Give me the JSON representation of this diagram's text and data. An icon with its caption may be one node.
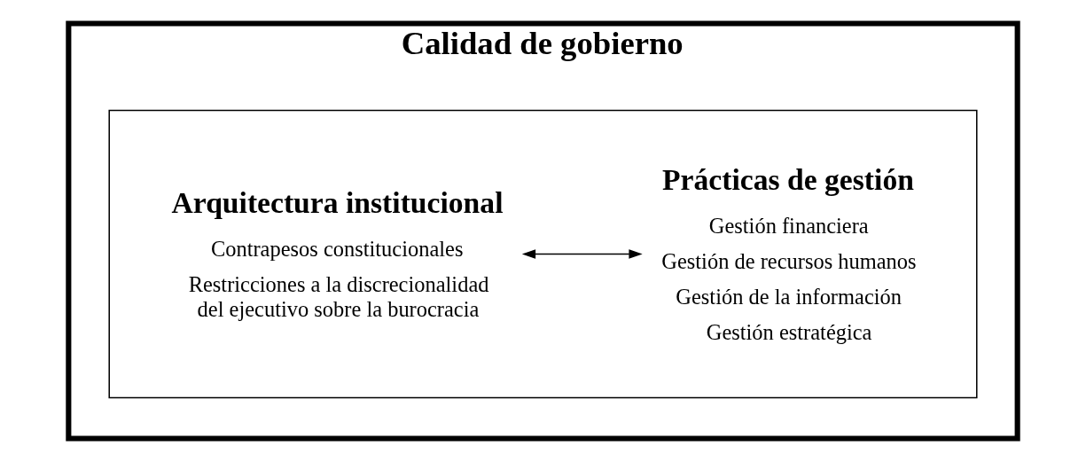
{
  "diagram": {
    "nodes": [
      {
        "text": [
          "Calidad de gobierno"
        ]
      },
      {
        "text": [],
        "shape": "box",
        "in": 0
      },
      {
        "text": [
          "Arquitectura institucional",
          "Contrapesos constitucionales",
          "Restricciones a la discrecionalidad del ejecutivo sobre la burocracia"
        ],
        "in": 1
      },
      {
        "text": [
          "Prácticas de gestión",
          "Gestión financiera",
          "Gestión de recursos humanos",
          "Gestión de la información",
          "Gestión estratégica"
        ],
        "in": 1
      }
    ],
    "edges": [
      {
        "from": 2,
        "to": 3,
        "arrow": "both"
      }
    ]
  }
}
